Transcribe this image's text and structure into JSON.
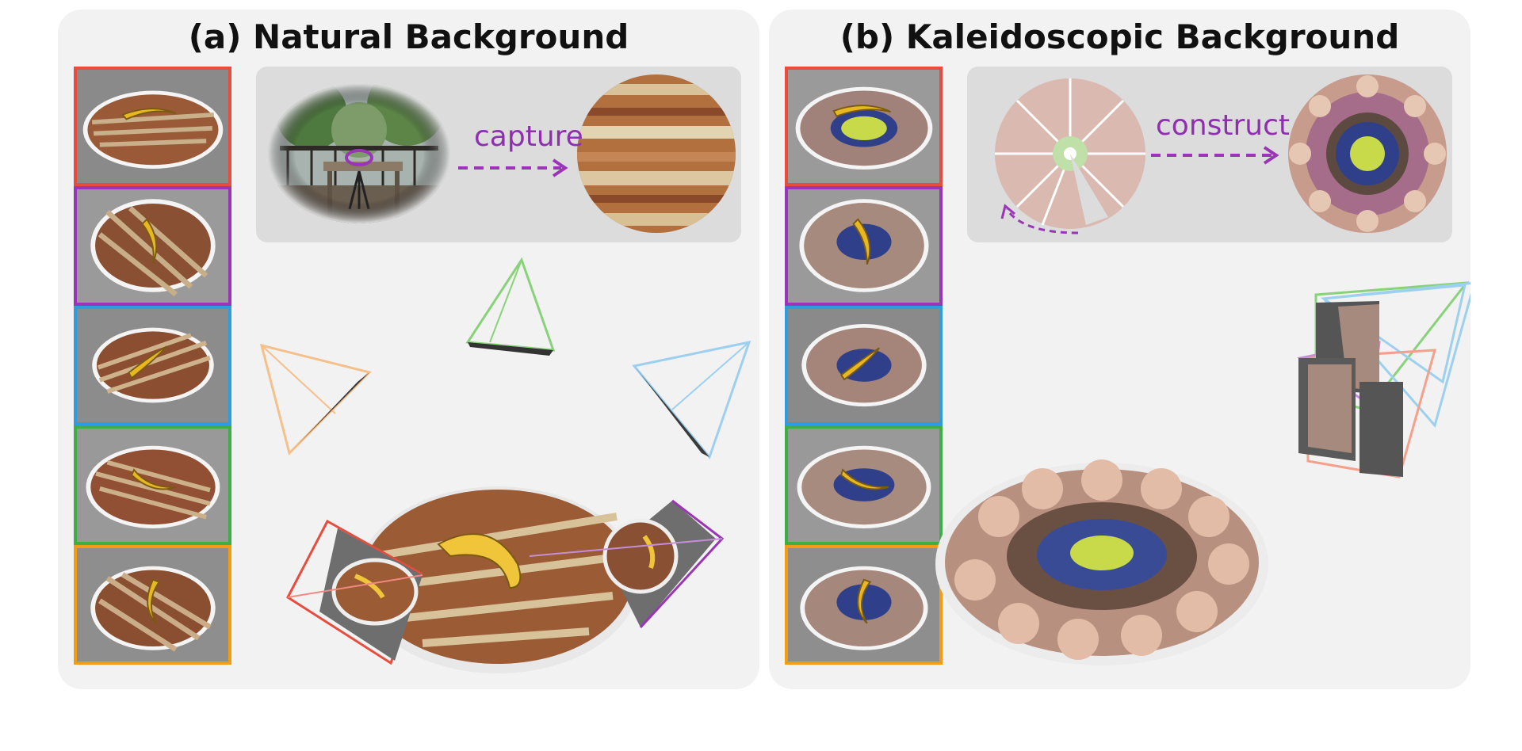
{
  "panels": {
    "a": {
      "title": "(a)  Natural Background",
      "arrow_label": "capture"
    },
    "b": {
      "title": "(b)  Kaleidoscopic Background",
      "arrow_label": "construct"
    }
  },
  "frame_colors": [
    "#e74c3c",
    "#9b35b8",
    "#2f9be0",
    "#3fae49",
    "#f39c12"
  ],
  "camera_colors": {
    "red": "#e74c3c",
    "purple": "#9b35b8",
    "blue": "#9dd0ef",
    "green": "#88d37a",
    "orange": "#f5c08a"
  }
}
